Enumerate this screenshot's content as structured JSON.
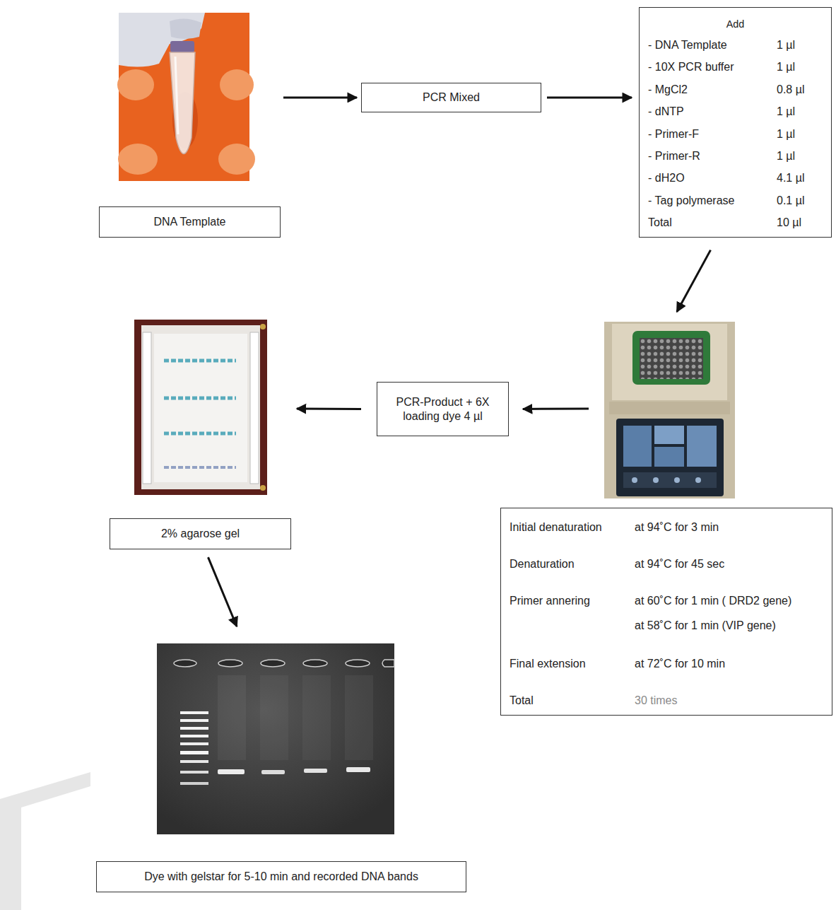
{
  "diagram": {
    "nodes": [
      {
        "text": [
          "DNA Template"
        ]
      },
      {
        "text": [
          "PCR Mixed"
        ]
      },
      {
        "text": [
          "Add",
          "- DNA Template",
          "1 µl",
          "- 10X PCR buffer",
          "1 µl",
          "- MgCl2",
          "0.8 µl",
          "- dNTP",
          "1 µl",
          "- Primer-F",
          "1 µl",
          "- Primer-R",
          "1 µl",
          "- dH2O",
          "4.1 µl",
          "- Tag polymerase",
          "0.1 µl",
          "Total",
          "10 µl"
        ]
      },
      {
        "text": [
          "Initial denaturation",
          "at 94˚C for 3 min",
          "Denaturation",
          "at 94˚C for 45 sec",
          "Primer annering",
          "at 60˚C for 1 min ( DRD2 gene)",
          "at 58˚C for 1 min (VIP gene)",
          "Final extension",
          "at 72˚C for 10 min",
          "Total",
          "30 times"
        ]
      },
      {
        "text": [
          "PCR-Product + 6X loading dye 4 µl"
        ]
      },
      {
        "text": [
          "2% agarose gel"
        ]
      },
      {
        "text": [
          "Dye with gelstar for 5-10 min and recorded DNA bands"
        ]
      }
    ],
    "edges": [
      {
        "from": 0,
        "to": 1,
        "arrow": "to"
      },
      {
        "from": 1,
        "to": 2,
        "arrow": "to"
      },
      {
        "from": 2,
        "to": 3,
        "arrow": "to"
      },
      {
        "from": 3,
        "to": 4,
        "arrow": "to"
      },
      {
        "from": 4,
        "to": 5,
        "arrow": "to"
      },
      {
        "from": 5,
        "to": 6,
        "arrow": "to"
      }
    ]
  }
}
